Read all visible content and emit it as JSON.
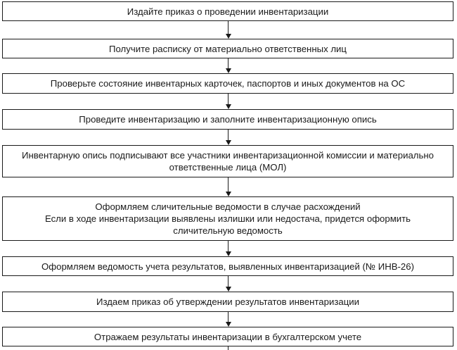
{
  "steps": [
    {
      "lines": [
        "Издайте приказ о проведении инвентаризации"
      ]
    },
    {
      "lines": [
        "Получите расписку от материально ответственных лиц"
      ]
    },
    {
      "lines": [
        "Проверьте состояние инвентарных карточек, паспортов и иных документов на ОС"
      ]
    },
    {
      "lines": [
        "Проведите инвентаризацию и заполните инвентаризационную опись"
      ]
    },
    {
      "lines": [
        "Инвентарную опись подписывают все участники инвентаризационной комиссии и материально",
        "ответственные лица (МОЛ)"
      ]
    },
    {
      "lines": [
        "Оформляем сличительные ведомости в случае расхождений",
        "Если в ходе инвентаризации выявлены излишки или недостача, придется оформить",
        "сличительную ведомость"
      ]
    },
    {
      "lines": [
        "Оформляем ведомость учета результатов, выявленных инвентаризацией (№ ИНВ-26)"
      ]
    },
    {
      "lines": [
        "Издаем приказ об утверждении результатов инвентаризации"
      ]
    },
    {
      "lines": [
        "Отражаем результаты инвентаризации в бухгалтерском учете"
      ]
    }
  ]
}
